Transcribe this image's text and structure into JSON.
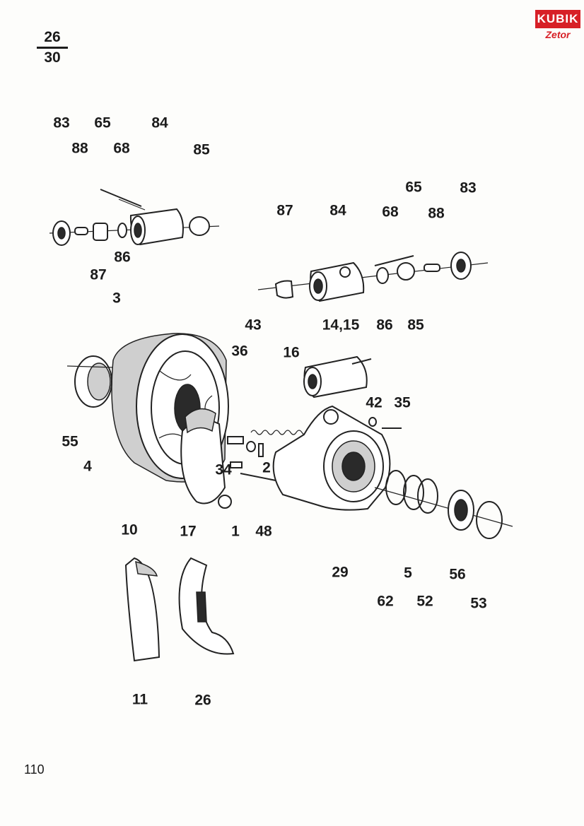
{
  "header": {
    "fraction_top": "26",
    "fraction_bottom": "30"
  },
  "logo": {
    "brand": "KUBIK",
    "sub": "Zetor"
  },
  "footer": {
    "page_number": "110"
  },
  "labels": {
    "l83a": "83",
    "l65a": "65",
    "l84a": "84",
    "l88a": "88",
    "l68a": "68",
    "l85a": "85",
    "l87a": "87",
    "l86a": "86",
    "l87b": "87",
    "l84b": "84",
    "l65b": "65",
    "l83b": "83",
    "l68b": "68",
    "l88b": "88",
    "l86b": "86",
    "l85b": "85",
    "l3": "3",
    "l43": "43",
    "l1415": "14,15",
    "l36": "36",
    "l16": "16",
    "l42": "42",
    "l35": "35",
    "l55": "55",
    "l4": "4",
    "l34": "34",
    "l2": "2",
    "l10": "10",
    "l17": "17",
    "l1": "1",
    "l48": "48",
    "l29": "29",
    "l5": "5",
    "l56": "56",
    "l62": "62",
    "l52": "52",
    "l53": "53",
    "l11": "11",
    "l26": "26"
  },
  "colors": {
    "brand_red": "#d71f26"
  }
}
